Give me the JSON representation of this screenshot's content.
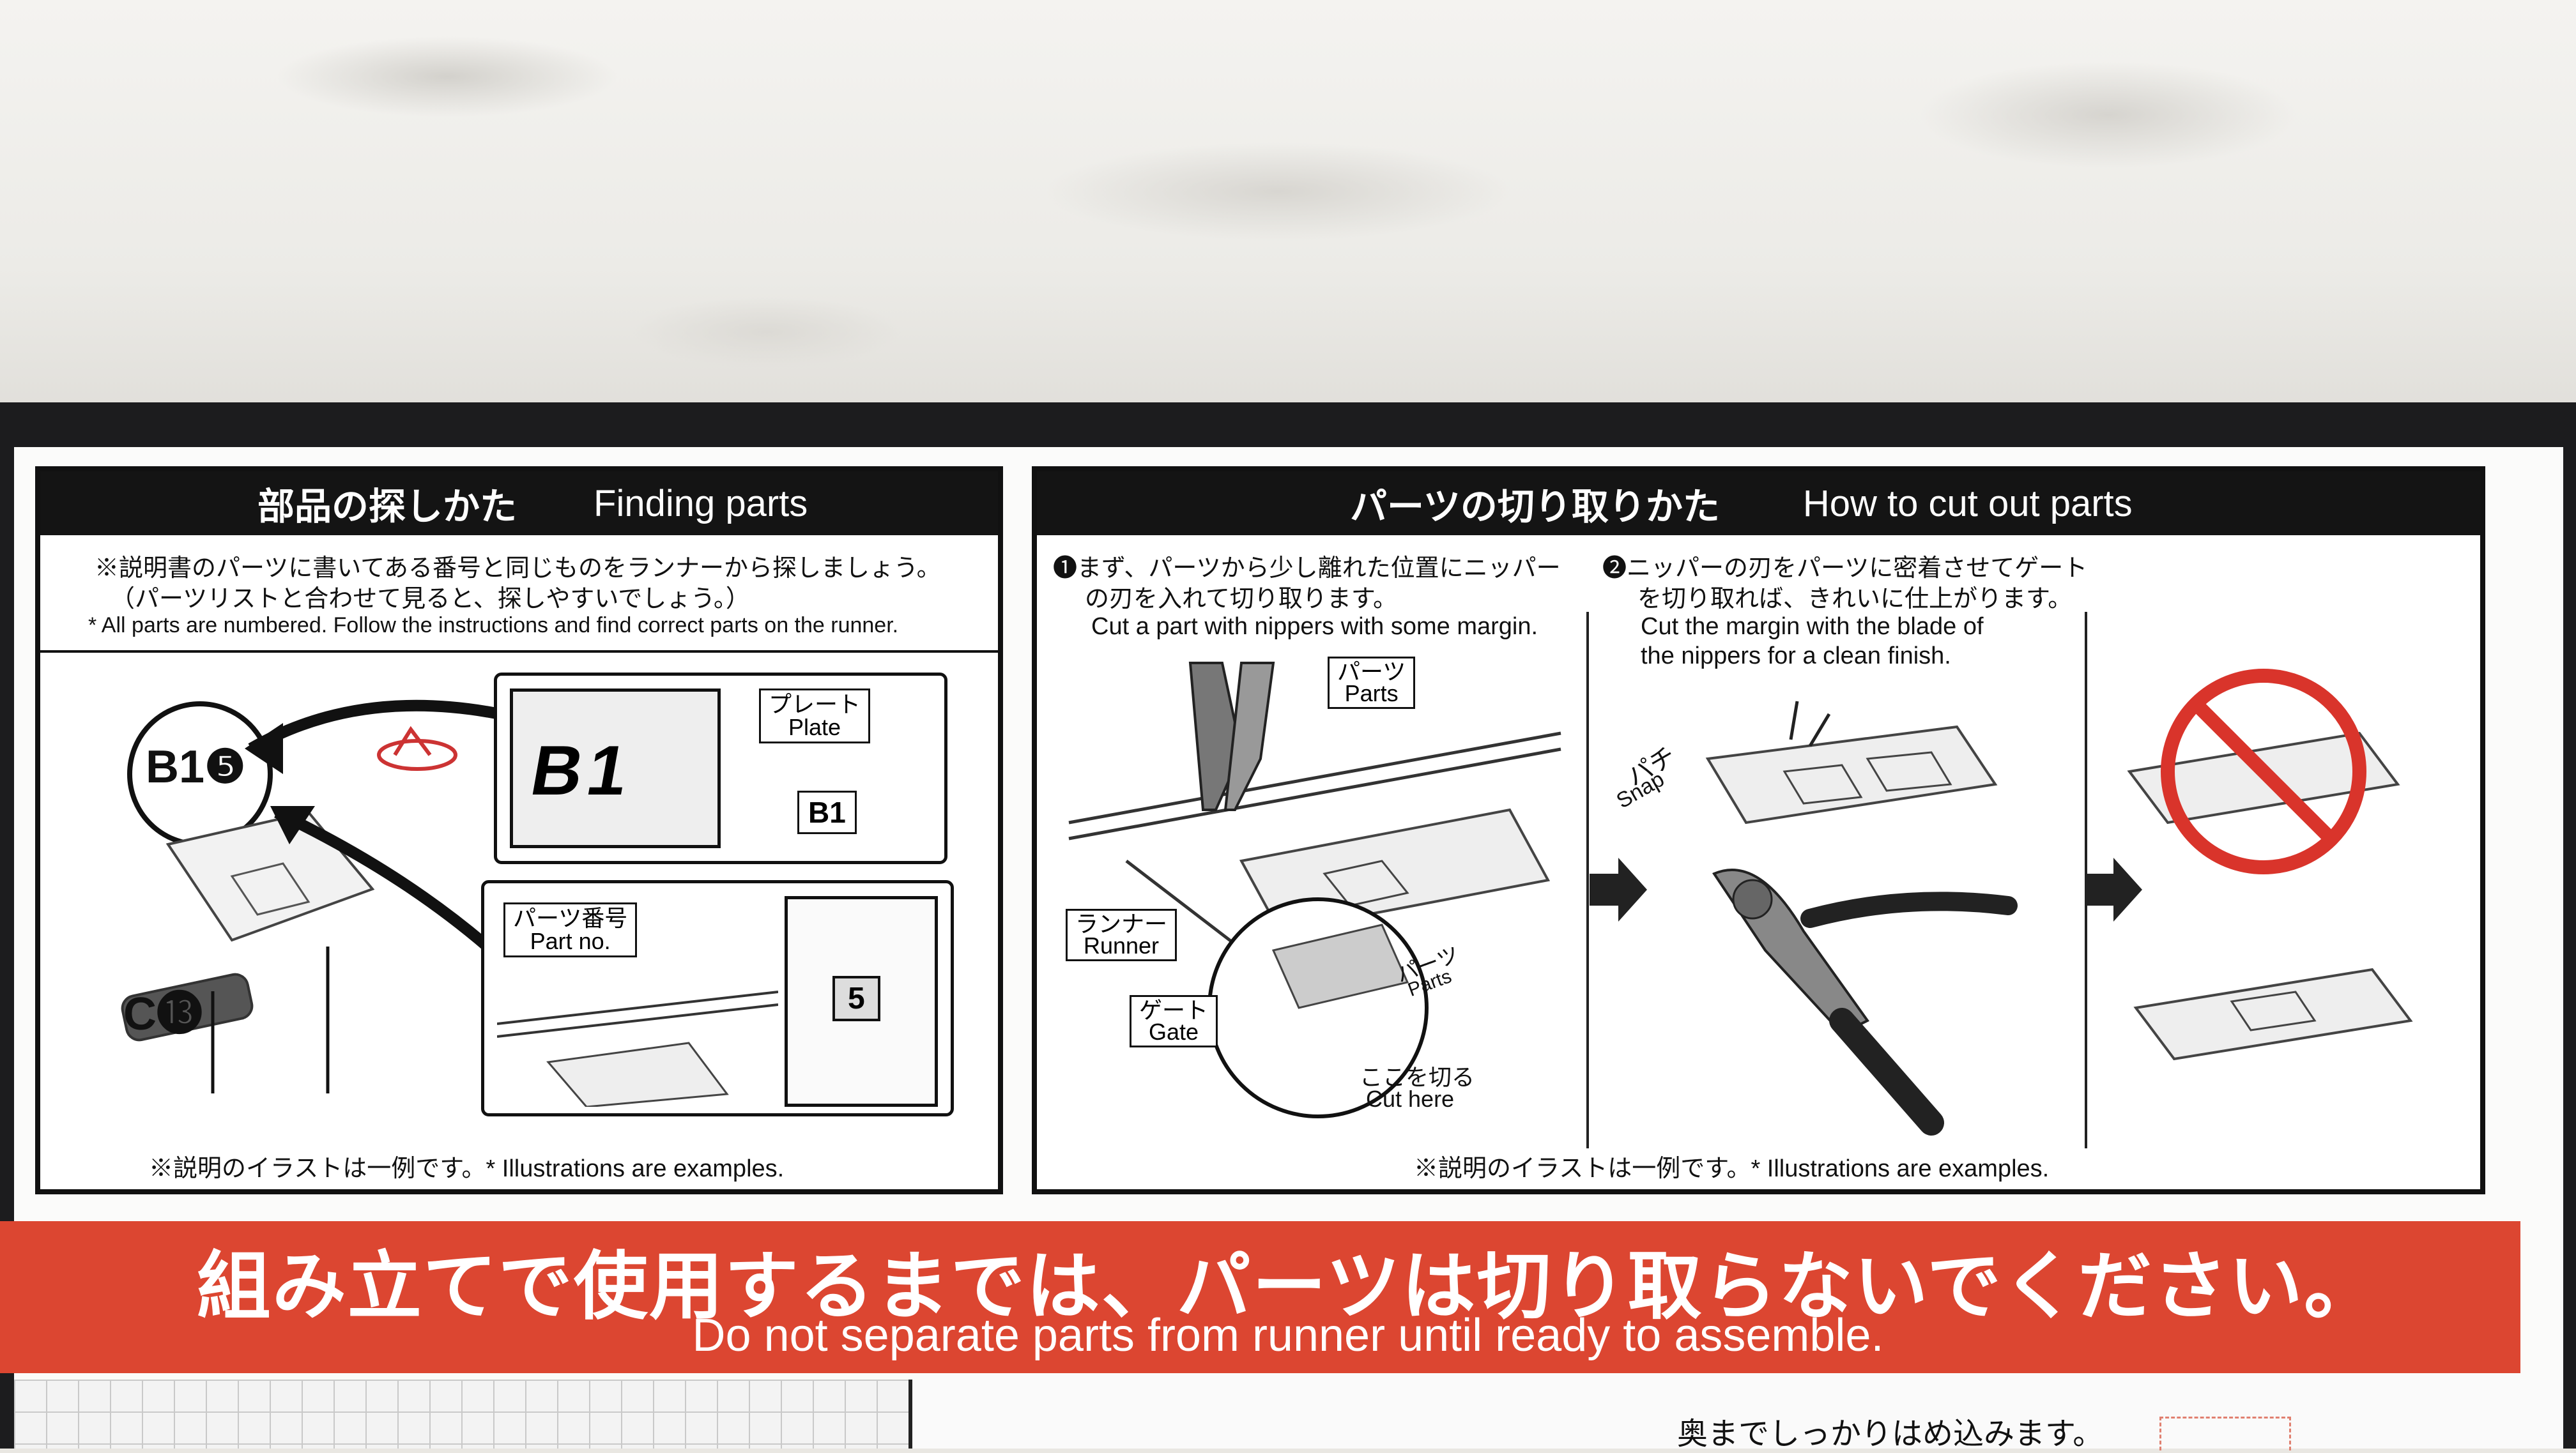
{
  "left_panel": {
    "title_jp": "部品の探しかた",
    "title_en": "Finding parts",
    "note_jp_1": "※説明書のパーツに書いてある番号と同じものをランナーから探しましょう。",
    "note_jp_2": "（パーツリストと合わせて見ると、探しやすいでしょう。）",
    "note_en": "* All parts are numbered. Follow the instructions and find correct parts on the runner.",
    "part_b": "B1❺",
    "part_c": "C⓭",
    "runner_tag": "B1",
    "plate_label_jp": "プレート",
    "plate_label_en": "Plate",
    "plate_tag": "B1",
    "partno_label_jp": "パーツ番号",
    "partno_label_en": "Part no.",
    "partno_tag": "5",
    "footer": "※説明のイラストは一例です。* Illustrations are examples."
  },
  "right_panel": {
    "title_jp": "パーツの切り取りかた",
    "title_en": "How to cut out parts",
    "step1_jp_1": "❶まず、パーツから少し離れた位置にニッパー",
    "step1_jp_2": "の刃を入れて切り取ります。",
    "step1_en": "Cut a part with nippers with some margin.",
    "step2_jp_1": "❷ニッパーの刃をパーツに密着させてゲート",
    "step2_jp_2": "を切り取れば、きれいに仕上がります。",
    "step2_en_1": "Cut the margin with the blade of",
    "step2_en_2": "the nippers for a clean finish.",
    "parts_jp": "パーツ",
    "parts_en": "Parts",
    "runner_jp": "ランナー",
    "runner_en": "Runner",
    "gate_jp": "ゲート",
    "gate_en": "Gate",
    "circle_parts_jp": "パーツ",
    "circle_parts_en": "Parts",
    "cut_here_jp": "ここを切る",
    "cut_here_en": "Cut here",
    "snap_jp": "パチ",
    "snap_en": "Snap",
    "footer": "※説明のイラストは一例です。* Illustrations are examples."
  },
  "warning": {
    "jp": "組み立てで使用するまでは、パーツは切り取らないでください。",
    "en": "Do not separate parts from runner until ready to assemble."
  },
  "next_page": {
    "caption_jp": "奥までしっかりはめ込みます。"
  },
  "colors": {
    "band_red": "#dc4631",
    "header_black": "#141414",
    "prohibit_red": "#d9342b"
  }
}
